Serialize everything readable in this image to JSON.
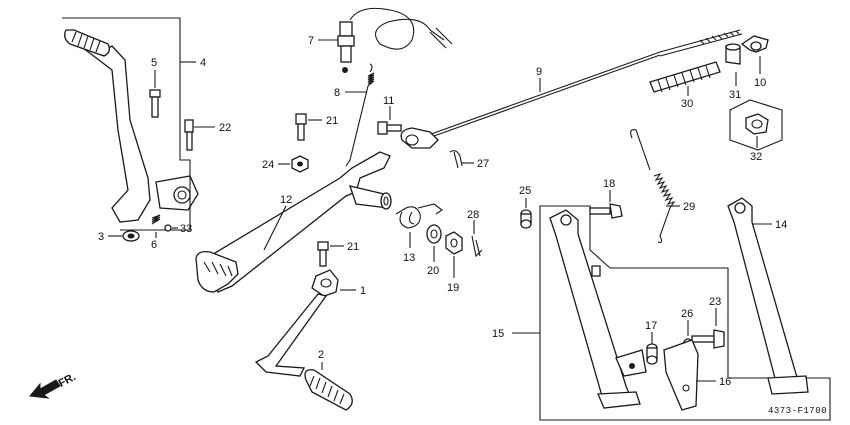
{
  "callouts": {
    "p1": "1",
    "p2": "2",
    "p3": "3",
    "p4": "4",
    "p5": "5",
    "p6": "6",
    "p7": "7",
    "p8": "8",
    "p9": "9",
    "p10": "10",
    "p11": "11",
    "p12": "12",
    "p13": "13",
    "p14": "14",
    "p15": "15",
    "p16": "16",
    "p17": "17",
    "p18": "18",
    "p19": "19",
    "p20": "20",
    "p21a": "21",
    "p21b": "21",
    "p22": "22",
    "p23": "23",
    "p24": "24",
    "p25": "25",
    "p26": "26",
    "p27": "27",
    "p28": "28",
    "p29": "29",
    "p30": "30",
    "p31": "31",
    "p32": "32",
    "p33": "33"
  },
  "direction_label": "FR.",
  "diagram_code": "4373-F1700"
}
